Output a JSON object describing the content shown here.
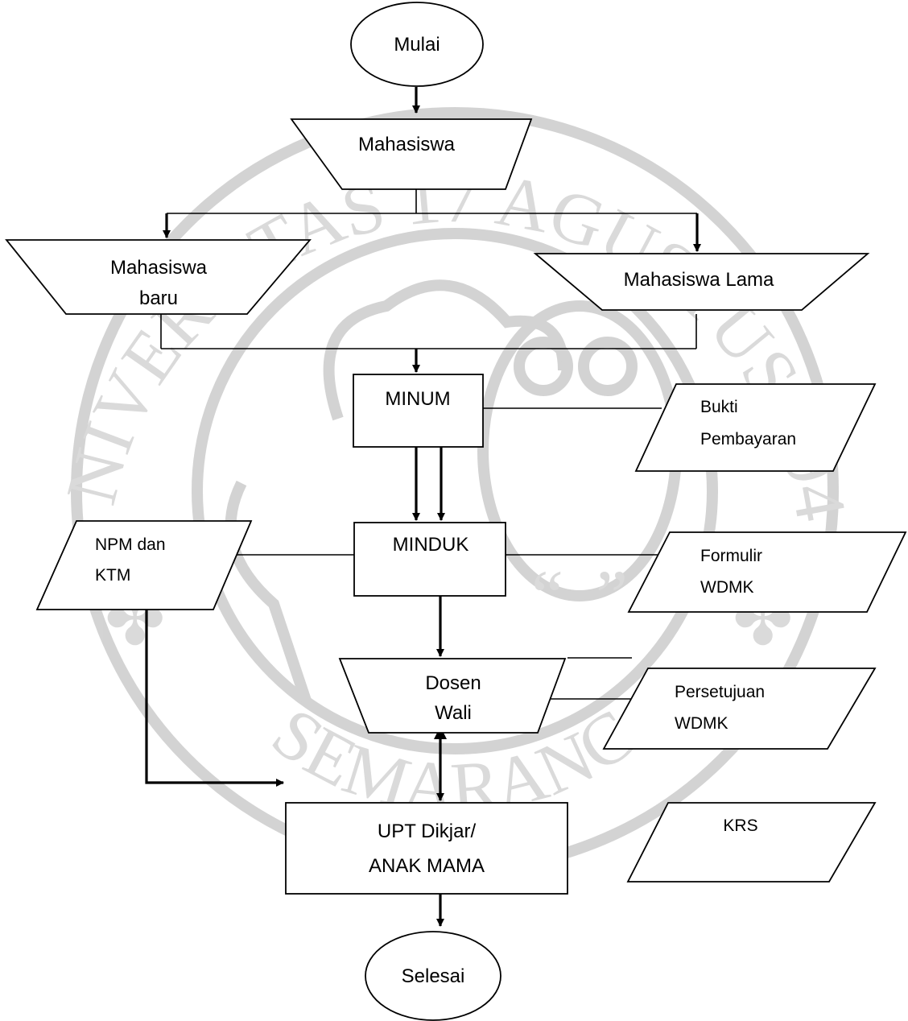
{
  "watermark": {
    "top_arc_text": "UNIVERSITAS 17 AGUSTUS 1945",
    "bottom_arc_text": "SEMARANG",
    "symbols": [
      "“",
      "”"
    ],
    "color": "#cfcfcf"
  },
  "flowchart": {
    "start": "Mulai",
    "mahasiswa": "Mahasiswa",
    "mahasiswa_baru_line1": "Mahasiswa",
    "mahasiswa_baru_line2": "baru",
    "mahasiswa_lama": "Mahasiswa Lama",
    "minum": "MINUM",
    "bukti_line1": "Bukti",
    "bukti_line2": "Pembayaran",
    "minduk": "MINDUK",
    "npm_line1": "NPM dan",
    "npm_line2": "KTM",
    "formulir_line1": "Formulir",
    "formulir_line2": "WDMK",
    "dosen_line1": "Dosen",
    "dosen_line2": "Wali",
    "persetujuan_line1": "Persetujuan",
    "persetujuan_line2": "WDMK",
    "upt_line1": "UPT Dikjar/",
    "upt_line2": "ANAK MAMA",
    "krs": "KRS",
    "end": "Selesai"
  }
}
